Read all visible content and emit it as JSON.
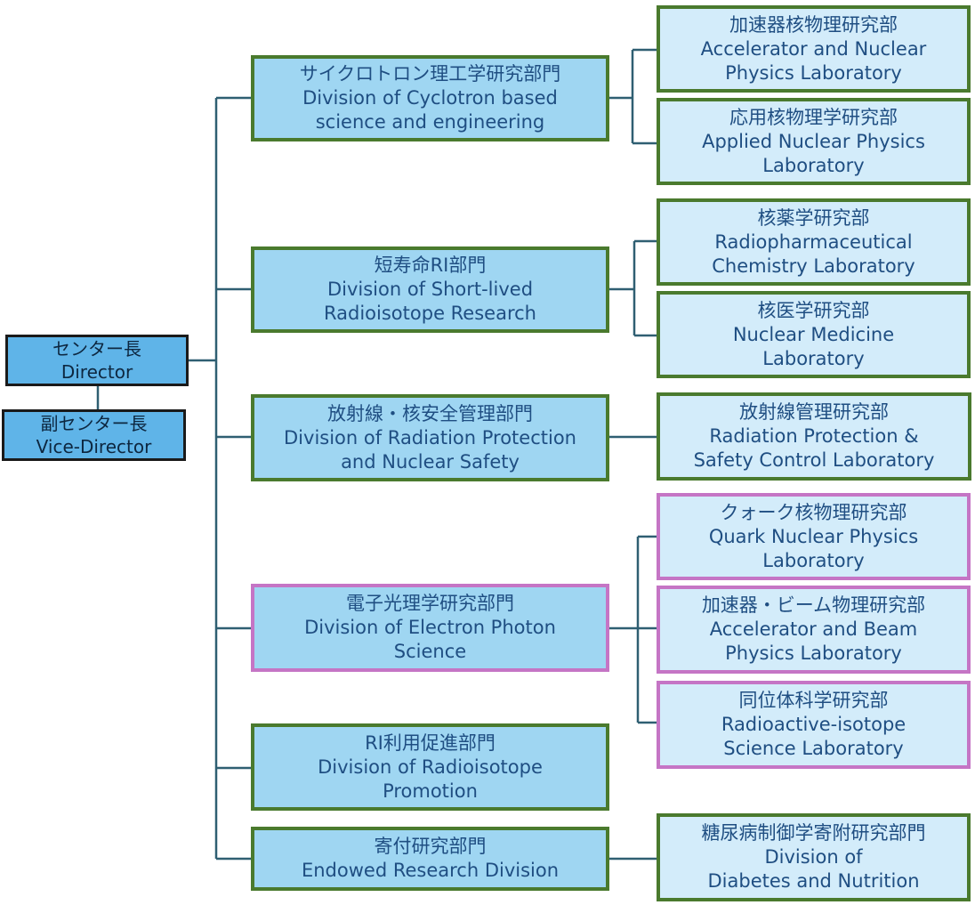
{
  "colors": {
    "connector": "#2f5f72",
    "green_border": "#4a7a2e",
    "pink_border": "#c575c5",
    "division_fill": "#9fd6f2",
    "lab_fill": "#d3ecfa",
    "head_fill": "#5fb4e8"
  },
  "director": {
    "ja": "センター長",
    "en": "Director"
  },
  "vice_director": {
    "ja": "副センター長",
    "en": "Vice-Director"
  },
  "divisions": [
    {
      "ja": "サイクロトロン理工学研究部門",
      "en": [
        "Division of Cyclotron based",
        "science and engineering"
      ]
    },
    {
      "ja": "短寿命RI部門",
      "en": [
        "Division of Short-lived",
        "Radioisotope Research"
      ]
    },
    {
      "ja": "放射線・核安全管理部門",
      "en": [
        "Division of Radiation Protection",
        "and Nuclear Safety"
      ]
    },
    {
      "ja": "電子光理学研究部門",
      "en": [
        "Division of Electron Photon",
        "Science"
      ]
    },
    {
      "ja": "RI利用促進部門",
      "en": [
        "Division of Radioisotope",
        "Promotion"
      ]
    },
    {
      "ja": "寄付研究部門",
      "en": [
        "Endowed Research Division"
      ]
    }
  ],
  "laboratories": [
    {
      "ja": "加速器核物理研究部",
      "en": [
        "Accelerator and Nuclear",
        "Physics Laboratory"
      ]
    },
    {
      "ja": "応用核物理学研究部",
      "en": [
        "Applied Nuclear Physics",
        "Laboratory"
      ]
    },
    {
      "ja": "核薬学研究部",
      "en": [
        "Radiopharmaceutical",
        "Chemistry Laboratory"
      ]
    },
    {
      "ja": "核医学研究部",
      "en": [
        "Nuclear Medicine",
        "Laboratory"
      ]
    },
    {
      "ja": "放射線管理研究部",
      "en": [
        "Radiation Protection &",
        "Safety Control Laboratory"
      ]
    },
    {
      "ja": "クォーク核物理研究部",
      "en": [
        "Quark Nuclear Physics",
        "Laboratory"
      ]
    },
    {
      "ja": "加速器・ビーム物理研究部",
      "en": [
        "Accelerator and Beam",
        "Physics Laboratory"
      ]
    },
    {
      "ja": "同位体科学研究部",
      "en": [
        "Radioactive-isotope",
        "Science Laboratory"
      ]
    },
    {
      "ja": "糖尿病制御学寄附研究部門",
      "en": [
        "Division of",
        "Diabetes and Nutrition"
      ]
    }
  ]
}
